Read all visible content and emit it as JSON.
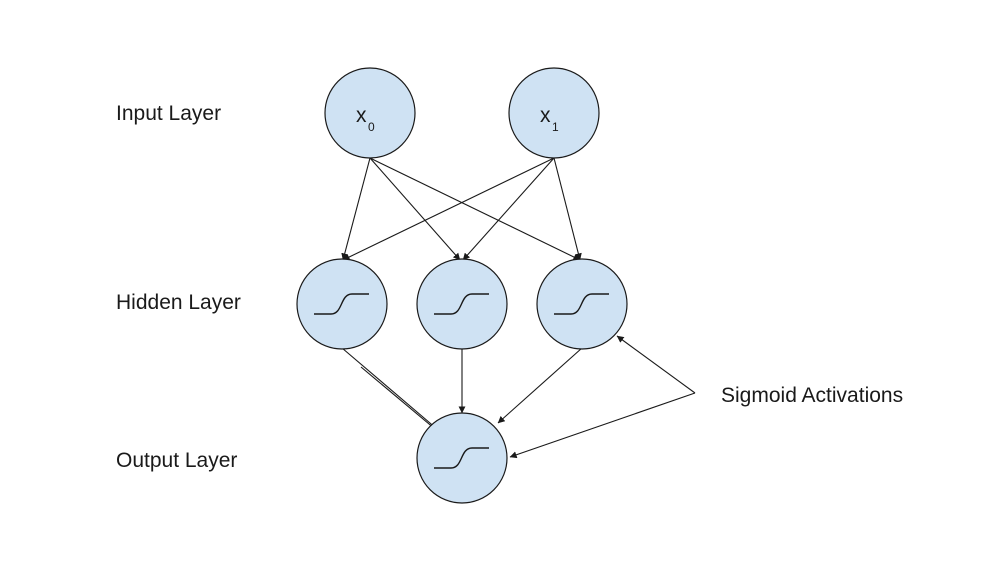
{
  "labels": {
    "input_layer": "Input Layer",
    "hidden_layer": "Hidden Layer",
    "output_layer": "Output Layer",
    "annotation": "Sigmoid Activations"
  },
  "input_nodes": [
    {
      "var": "x",
      "sub": "0"
    },
    {
      "var": "x",
      "sub": "1"
    }
  ],
  "colors": {
    "node_fill": "#cfe2f3",
    "stroke": "#1a1a1a",
    "text": "#1a1a1a",
    "background": "#ffffff"
  },
  "icons": {
    "hidden_node": "sigmoid-curve-icon",
    "output_node": "sigmoid-curve-icon"
  }
}
